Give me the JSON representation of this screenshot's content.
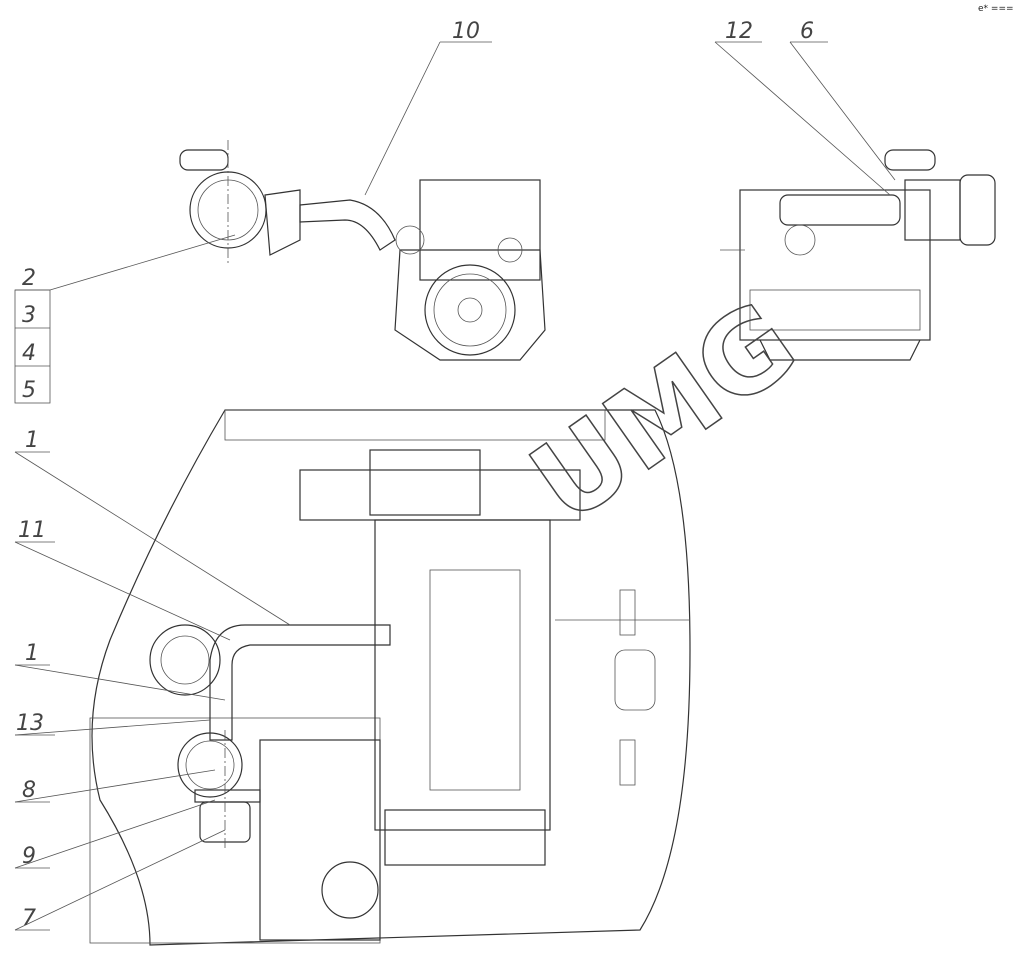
{
  "drawing": {
    "corner_mark": "e* ===",
    "watermark": "UMG",
    "callouts": {
      "c10": "10",
      "c12": "12",
      "c6": "6",
      "c2": "2",
      "c3": "3",
      "c4": "4",
      "c5": "5",
      "c1a": "1",
      "c11": "11",
      "c1b": "1",
      "c13": "13",
      "c8": "8",
      "c9": "9",
      "c7": "7"
    }
  }
}
